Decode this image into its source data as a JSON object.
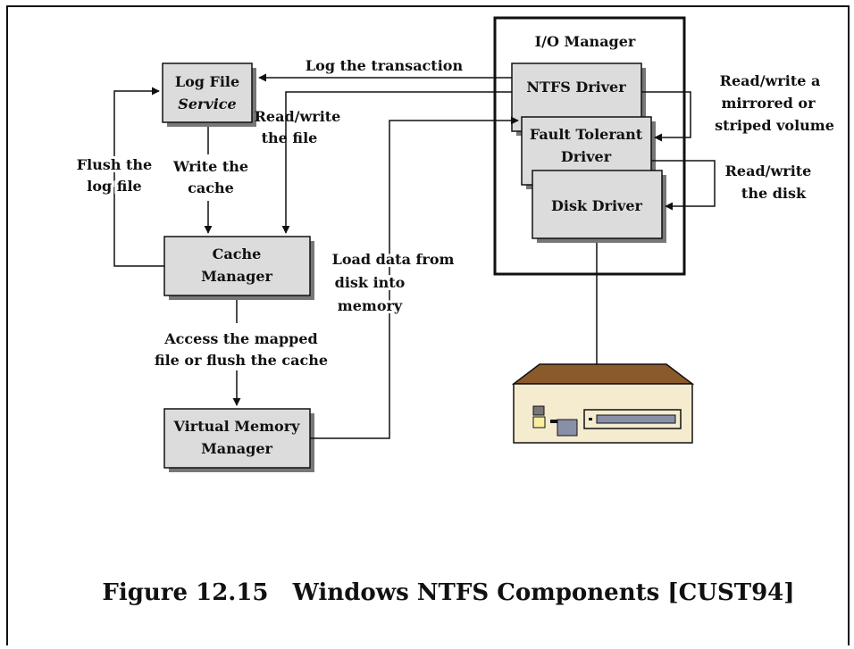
{
  "caption": "Figure 12.15   Windows NTFS Components [CUST94]",
  "io_manager": {
    "title": "I/O Manager"
  },
  "boxes": {
    "log_file_service": {
      "line1": "Log File",
      "line2": "Service"
    },
    "cache_manager": {
      "line1": "Cache",
      "line2": "Manager"
    },
    "virtual_memory_manager": {
      "line1": "Virtual Memory",
      "line2": "Manager"
    },
    "ntfs_driver": {
      "line1": "NTFS Driver"
    },
    "fault_tolerant_driver": {
      "line1": "Fault Tolerant",
      "line2": "Driver"
    },
    "disk_driver": {
      "line1": "Disk Driver"
    }
  },
  "labels": {
    "log_transaction": "Log the transaction",
    "read_write_file": {
      "line1": "Read/write",
      "line2": "the file"
    },
    "flush_log": {
      "line1": "Flush the",
      "line2": "log file"
    },
    "write_cache": {
      "line1": "Write the",
      "line2": "cache"
    },
    "access_mapped": {
      "line1": "Access the mapped",
      "line2": "file or flush the cache"
    },
    "load_data": {
      "line1": "Load data from",
      "line2": "disk into",
      "line3": "memory"
    },
    "read_write_mirrored": {
      "line1": "Read/write a",
      "line2": "mirrored or",
      "line3": "striped volume"
    },
    "read_write_disk": {
      "line1": "Read/write",
      "line2": "the disk"
    }
  },
  "colors": {
    "box_fill": "#dcdcdc",
    "shadow": "#777777",
    "disk_top": "#8b5a2b",
    "disk_front": "#f5ebcf",
    "disk_slot": "#8a8fa8"
  }
}
